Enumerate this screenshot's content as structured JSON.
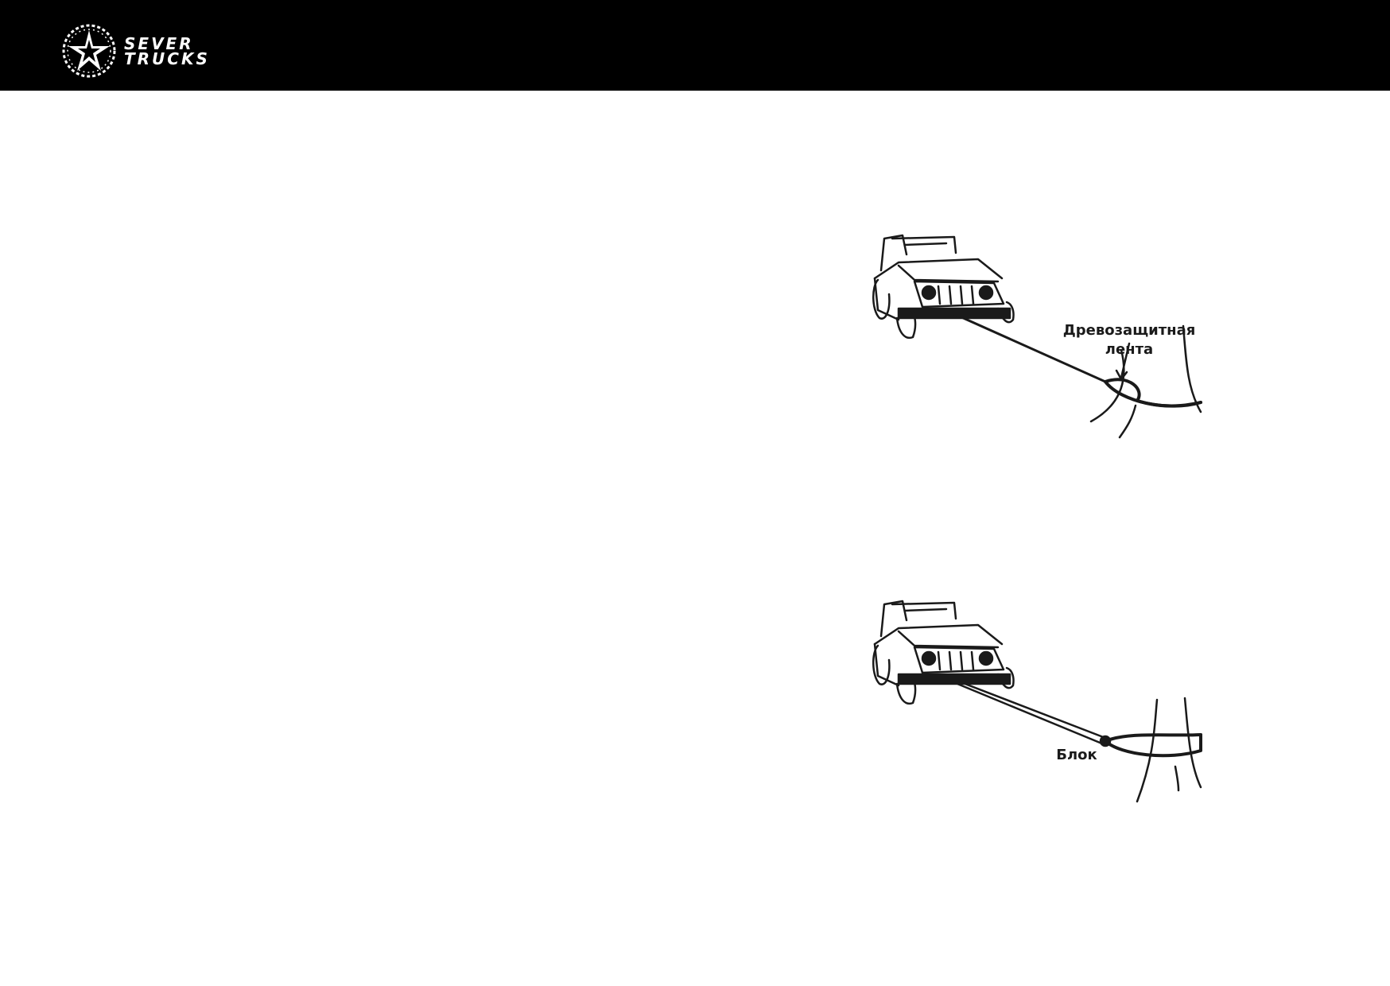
{
  "header": {
    "background": "#000000",
    "logo": {
      "line1": "SEVER",
      "line2": "TRUCKS",
      "emblem": "star-wreath-icon"
    }
  },
  "figures": [
    {
      "illustration": "jeep-winch-tree-strap",
      "label_line1": "Древозащитная",
      "label_line2": "лента"
    },
    {
      "illustration": "jeep-winch-pulley-block",
      "label_line1": "Блок"
    }
  ]
}
